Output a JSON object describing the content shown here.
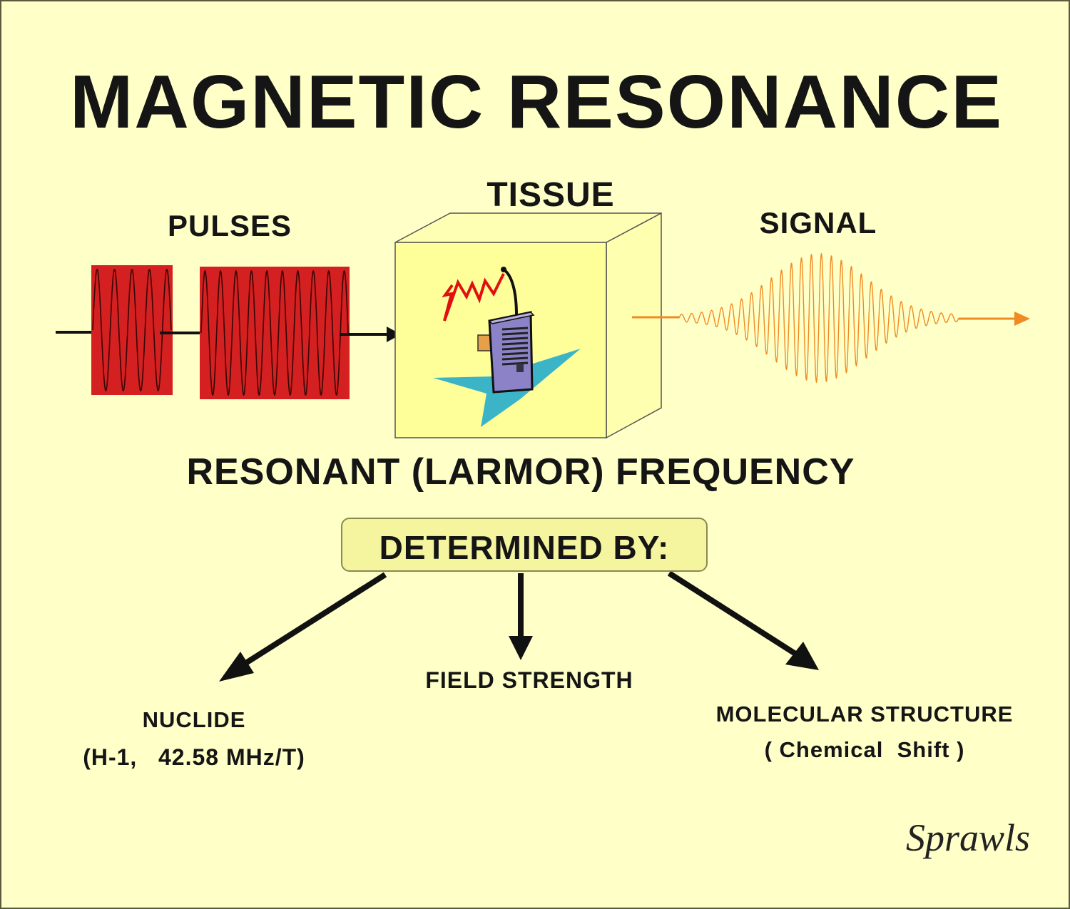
{
  "title": "MAGNETIC RESONANCE",
  "labels": {
    "pulses": "PULSES",
    "tissue": "TISSUE",
    "signal": "SIGNAL",
    "resonant_frequency": "RESONANT (LARMOR) FREQUENCY",
    "determined_by": "DETERMINED BY:"
  },
  "factors": {
    "nuclide": "NUCLIDE",
    "nuclide_detail": "(H-1,   42.58 MHz/T)",
    "field_strength": "FIELD  STRENGTH",
    "molecular_structure": "MOLECULAR  STRUCTURE",
    "molecular_detail": "( Chemical  Shift )"
  },
  "signature": "Sprawls",
  "colors": {
    "background": "#FFFFC8",
    "pulse_block": "#D42020",
    "tissue_cube": "#FFFF99",
    "signal_wave": "#F08A24",
    "determined_box": "#F5F5A0",
    "star": "#3CB4C8",
    "transmitter": "#8C82C8",
    "lightning": "#E01010"
  },
  "icons": {
    "transmitter": "walkie-talkie-icon",
    "lightning": "lightning-bolt-icon",
    "star": "star-burst-icon"
  }
}
